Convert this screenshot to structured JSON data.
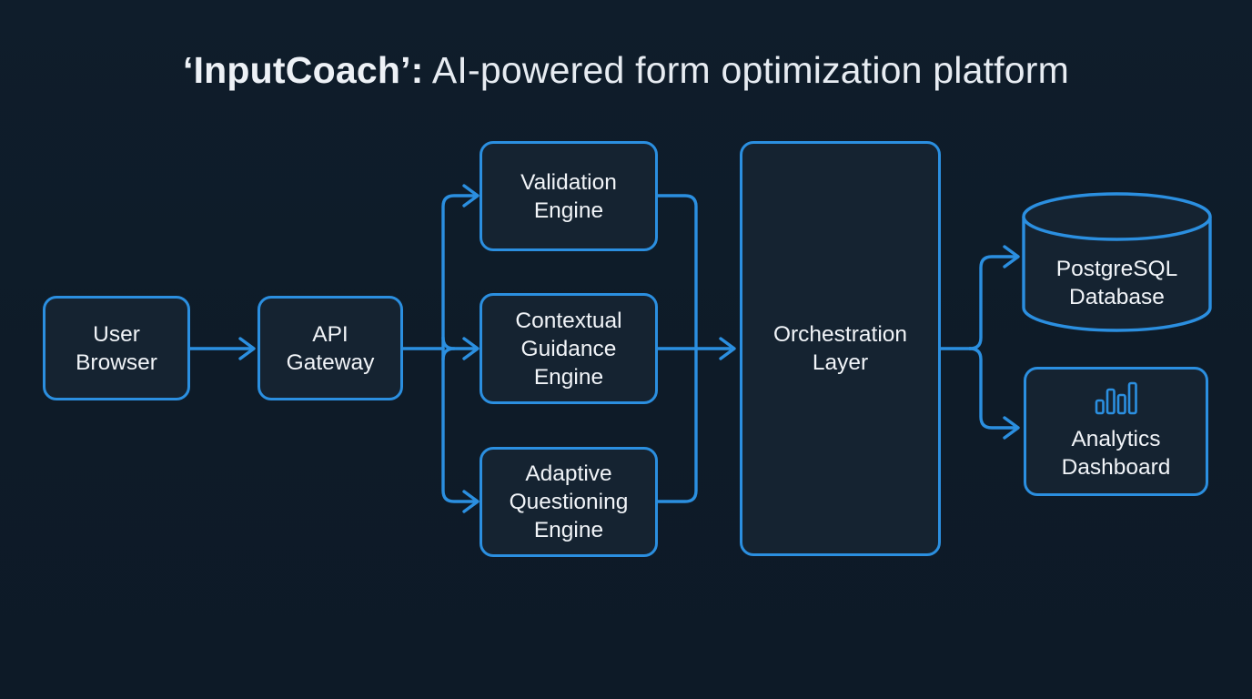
{
  "title": {
    "brand": "‘InputCoach’:",
    "rest": "AI-powered form optimization platform"
  },
  "colors": {
    "background": "#0e1b28",
    "node_fill": "#152331",
    "stroke_blue": "#2b8fe0",
    "text": "#f1f4f8"
  },
  "nodes": [
    {
      "id": "user-browser",
      "shape": "rounded-rect",
      "label_lines": [
        "User",
        "Browser"
      ]
    },
    {
      "id": "api-gateway",
      "shape": "rounded-rect",
      "label_lines": [
        "API",
        "Gateway"
      ]
    },
    {
      "id": "validation-engine",
      "shape": "rounded-rect",
      "label_lines": [
        "Validation",
        "Engine"
      ]
    },
    {
      "id": "contextual-guidance-engine",
      "shape": "rounded-rect",
      "label_lines": [
        "Contextual",
        "Guidance",
        "Engine"
      ]
    },
    {
      "id": "adaptive-questioning-engine",
      "shape": "rounded-rect",
      "label_lines": [
        "Adaptive",
        "Questioning",
        "Engine"
      ]
    },
    {
      "id": "orchestration-layer",
      "shape": "rounded-rect",
      "label_lines": [
        "Orchestration",
        "Layer"
      ]
    },
    {
      "id": "postgresql-database",
      "shape": "cylinder",
      "label_lines": [
        "PostgreSQL",
        "Database"
      ]
    },
    {
      "id": "analytics-dashboard",
      "shape": "rounded-rect",
      "icon": "bar-chart-icon",
      "label_lines": [
        "Analytics",
        "Dashboard"
      ]
    }
  ],
  "connections": [
    {
      "from": "user-browser",
      "to": "api-gateway"
    },
    {
      "from": "api-gateway",
      "to": "validation-engine"
    },
    {
      "from": "api-gateway",
      "to": "contextual-guidance-engine"
    },
    {
      "from": "api-gateway",
      "to": "adaptive-questioning-engine"
    },
    {
      "from": "validation-engine",
      "to": "orchestration-layer"
    },
    {
      "from": "contextual-guidance-engine",
      "to": "orchestration-layer"
    },
    {
      "from": "adaptive-questioning-engine",
      "to": "orchestration-layer"
    },
    {
      "from": "orchestration-layer",
      "to": "postgresql-database"
    },
    {
      "from": "orchestration-layer",
      "to": "analytics-dashboard"
    }
  ]
}
